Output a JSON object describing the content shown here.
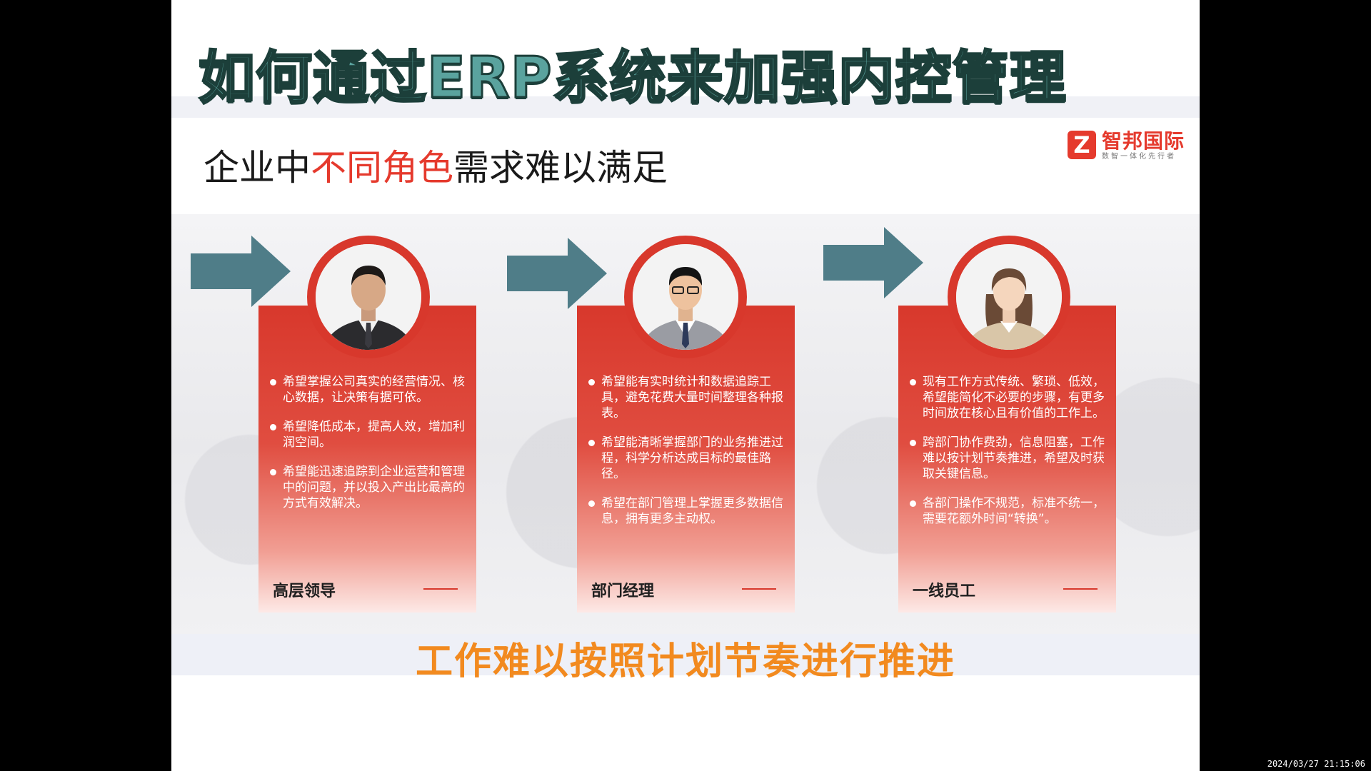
{
  "slide": {
    "title": "如何通过ERP系统来加强内控管理",
    "subtitle": {
      "pre": "企业中",
      "highlight": "不同角色",
      "post": "需求难以满足"
    },
    "logo": {
      "mark": "Z",
      "name": "智邦国际",
      "tagline": "数智一体化先行者",
      "icon": "zhibang-logo-icon"
    },
    "bottom_text": "工作难以按照计划节奏进行推进"
  },
  "cards": [
    {
      "role": "高层领导",
      "bullets": [
        "希望掌握公司真实的经营情况、核心数据，让决策有据可依。",
        "希望降低成本，提高人效，增加利润空间。",
        "希望能迅速追踪到企业运营和管理中的问题，并以投入产出比最高的方式有效解决。"
      ]
    },
    {
      "role": "部门经理",
      "bullets": [
        "希望能有实时统计和数据追踪工具，避免花费大量时间整理各种报表。",
        "希望能清晰掌握部门的业务推进过程，科学分析达成目标的最佳路径。",
        "希望在部门管理上掌握更多数据信息，拥有更多主动权。"
      ]
    },
    {
      "role": "一线员工",
      "bullets": [
        "现有工作方式传统、繁琐、低效，希望能简化不必要的步骤，有更多时间放在核心且有价值的工作上。",
        "跨部门协作费劲，信息阻塞，工作难以按计划节奏推进，希望及时获取关键信息。",
        "各部门操作不规范，标准不统一，需要花额外时间“转换”。"
      ]
    }
  ],
  "colors": {
    "accent_red": "#d8382c",
    "arrow": "#4f7d88",
    "title_fill": "#5aa39e",
    "bottom_orange": "#f28a1f"
  },
  "timestamp": "2024/03/27 21:15:06"
}
